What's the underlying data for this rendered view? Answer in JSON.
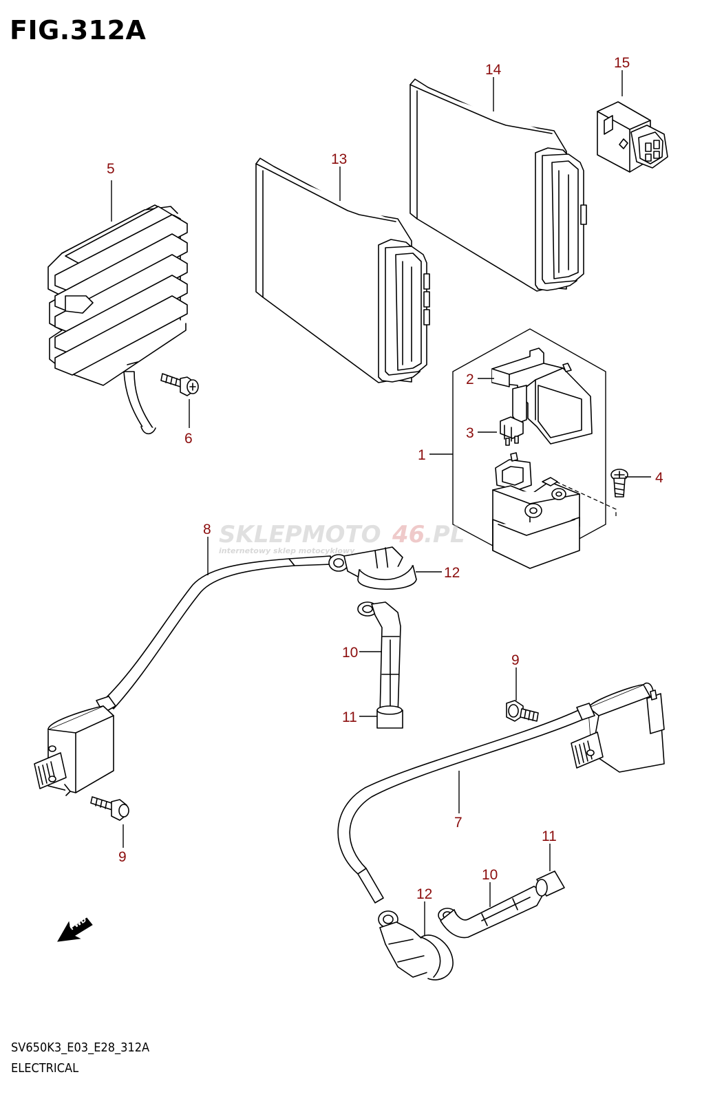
{
  "figure": {
    "title": "FIG.312A",
    "code": "SV650K3_E03_E28_312A",
    "subtitle": "ELECTRICAL"
  },
  "watermark": {
    "brand_a": "SKLEPMOTO",
    "brand_b": "46",
    "brand_c": ".PL",
    "tagline": "internetowy sklep motocyklowy"
  },
  "direction_marker": {
    "label": "FWD",
    "icon": "fwd-arrow-icon"
  },
  "callouts": {
    "c1": "1",
    "c2": "2",
    "c3": "3",
    "c4": "4",
    "c5": "5",
    "c6": "6",
    "c7": "7",
    "c8": "8",
    "c9a": "9",
    "c9b": "9",
    "c10a": "10",
    "c10b": "10",
    "c11a": "11",
    "c11b": "11",
    "c12a": "12",
    "c12b": "12",
    "c13": "13",
    "c14": "14",
    "c15": "15"
  },
  "colors": {
    "callout": "#8b0d0d",
    "line": "#000000",
    "watermark": "#c8c8c8"
  }
}
